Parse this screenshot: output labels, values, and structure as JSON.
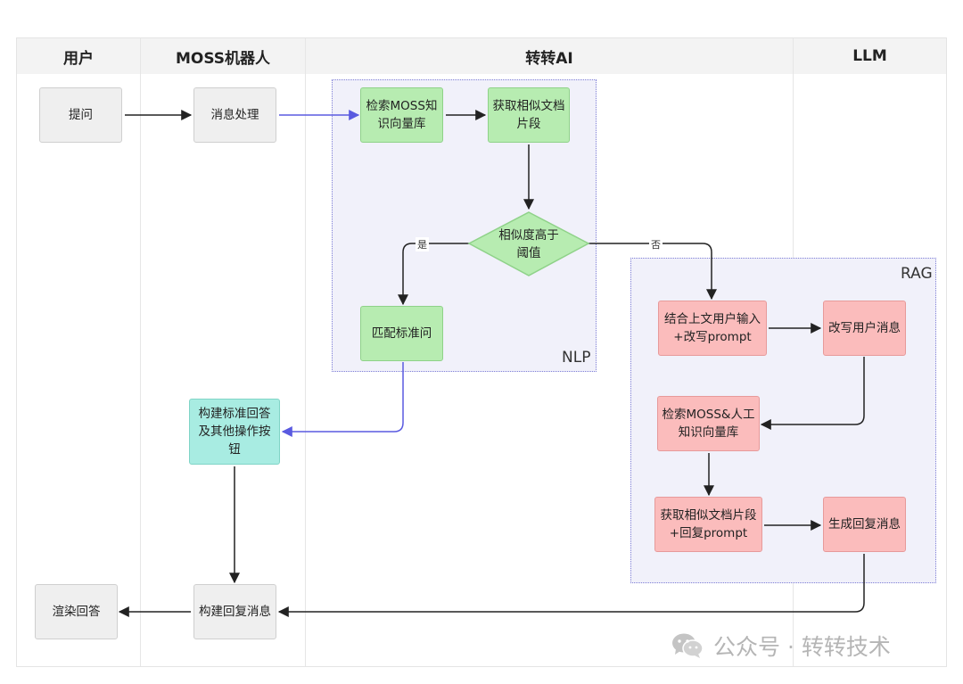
{
  "lanes": {
    "user": "用户",
    "moss": "MOSS机器人",
    "zz_ai": "转转AI",
    "llm": "LLM"
  },
  "groups": {
    "nlp": "NLP",
    "rag": "RAG"
  },
  "nodes": {
    "ask": "提问",
    "process_msg": "消息处理",
    "search_moss_kb": "检索MOSS知识向量库",
    "get_similar_fragments": "获取相似文档片段",
    "similarity_check": "相似度高于阈值",
    "match_standard_question": "匹配标准问",
    "build_standard_answer": "构建标准回答及其他操作按钮",
    "build_reply": "构建回复消息",
    "render_answer": "渲染回答",
    "combine_context": "结合上文用户输入+改写prompt",
    "rewrite_user_msg": "改写用户消息",
    "search_moss_manual_kb": "检索MOSS&人工知识向量库",
    "get_fragments_reply_prompt": "获取相似文档片段+回复prompt",
    "generate_reply": "生成回复消息"
  },
  "edge_labels": {
    "yes": "是",
    "no": "否"
  },
  "colors": {
    "gray_node": "#efefef",
    "green_node": "#b7ecb1",
    "pink_node": "#fbbcbc",
    "teal_node": "#a8ece2",
    "blue_edge": "#5a5ae0",
    "black_edge": "#222222",
    "group_border": "#7e7ed6"
  },
  "watermark": {
    "icon": "wechat-icon",
    "text": "公众号 · 转转技术"
  }
}
